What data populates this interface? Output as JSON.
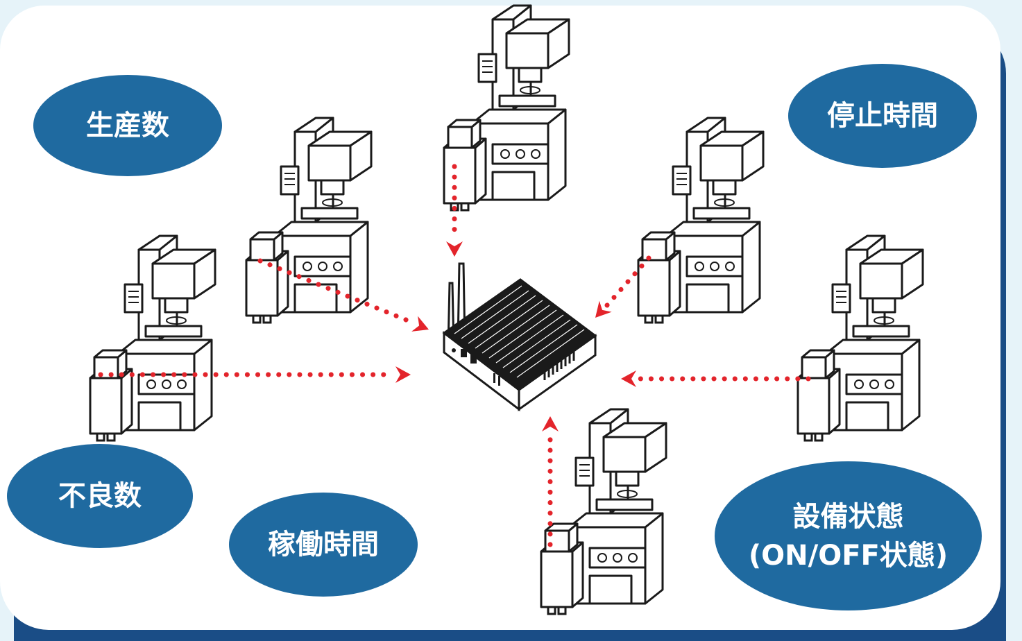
{
  "labels": {
    "production_count": "生産数",
    "stop_time": "停止時間",
    "defect_count": "不良数",
    "operating_time": "稼働時間",
    "equipment_status_line1": "設備状態",
    "equipment_status_line2": "(ON/OFF状態)"
  },
  "colors": {
    "background": "#e6f3f9",
    "panel": "#ffffff",
    "panel_shadow": "#1a4d86",
    "bubble": "#1f6aa0",
    "arrow": "#e3242b",
    "line_art": "#1a1a1a"
  },
  "icons": {
    "machine": "machine-press-icon",
    "sensor": "din-rail-sensor-icon",
    "gateway": "edge-gateway-icon"
  }
}
